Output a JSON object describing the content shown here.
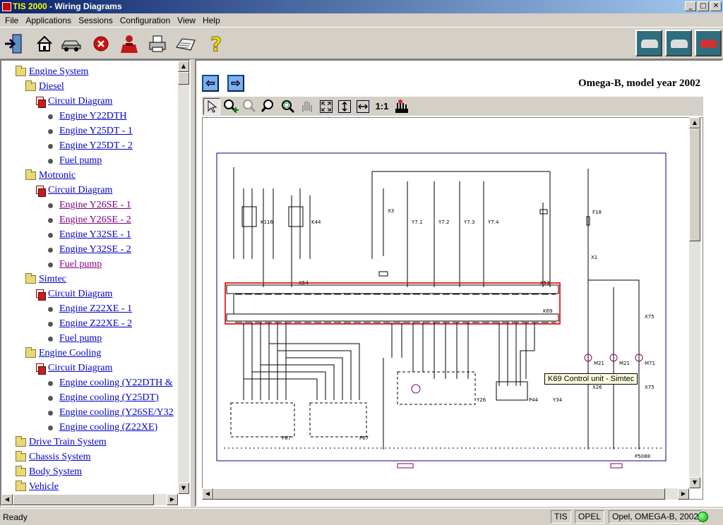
{
  "window": {
    "app_name": "TIS 2000",
    "title_suffix": " - Wiring Diagrams",
    "btn_min": "_",
    "btn_max": "□",
    "btn_close": "✕"
  },
  "menu": [
    "File",
    "Applications",
    "Sessions",
    "Configuration",
    "View",
    "Help"
  ],
  "toolbar": {
    "icons": [
      "exit-icon",
      "home-icon",
      "vehicle-icon",
      "stop-icon",
      "user-icon",
      "print-icon",
      "keyboard-icon",
      "help-icon"
    ],
    "right_icons": [
      "vehicle-diagnostics-icon",
      "vehicle-info-icon",
      "vehicle-repair-icon"
    ]
  },
  "tree": {
    "engine_system": "Engine System",
    "diesel": "Diesel",
    "circuit_diagram": "Circuit Diagram",
    "engine_y22dth": "Engine Y22DTH",
    "engine_y25dt_1": "Engine Y25DT - 1",
    "engine_y25dt_2": "Engine Y25DT - 2",
    "fuel_pump": "Fuel pump",
    "motronic": "Motronic",
    "engine_y26se_1": "Engine Y26SE - 1",
    "engine_y26se_2": "Engine Y26SE - 2",
    "engine_y32se_1": "Engine Y32SE - 1",
    "engine_y32se_2": "Engine Y32SE - 2",
    "simtec": "Simtec",
    "engine_z22xe_1": "Engine Z22XE - 1",
    "engine_z22xe_2": "Engine Z22XE - 2",
    "engine_cooling": "Engine Cooling",
    "cooling_y22dth": "Engine cooling (Y22DTH &",
    "cooling_y25dt": "Engine cooling (Y25DT)",
    "cooling_y26se": "Engine cooling (Y26SE/Y32",
    "cooling_z22xe": "Engine cooling (Z22XE)",
    "drive_train": "Drive Train System",
    "chassis": "Chassis System",
    "body": "Body System",
    "vehicle": "Vehicle"
  },
  "viewer": {
    "title": "Omega-B, model year 2002",
    "back_label": "⇦",
    "forward_label": "⇨",
    "tool_icons": [
      "pointer-icon",
      "zoom-in-icon",
      "zoom-out-icon",
      "zoom-icon",
      "zoom-area-icon",
      "pan-hand-icon",
      "fit-page-icon",
      "fit-height-icon",
      "fit-width-icon",
      "actual-size-icon",
      "layers-icon"
    ],
    "actual_size_label": "1:1",
    "tooltip": "K69 Control unit - Simtec"
  },
  "diagram": {
    "labels": {
      "k116": "K116",
      "k44": "K44",
      "x3": "X3",
      "y71": "Y7.1",
      "y72": "Y7.2",
      "y73": "Y7.3",
      "y74": "Y7.4",
      "f18": "F18",
      "x1": "X1",
      "x54": "X54",
      "x53": "X53",
      "k69": "K69",
      "x75a": "X75",
      "x75b": "X75",
      "m21a": "M21",
      "m21b": "M21",
      "m71": "M71",
      "x26": "X26",
      "y26": "Y26",
      "p44": "P44",
      "y34": "Y34",
      "p67a": "P67",
      "p67b": "P67",
      "p5088": "P5088"
    },
    "colors": {
      "frame": "#000080",
      "wire": "#000000",
      "highlight": "#e00000",
      "component": "#800060"
    }
  },
  "status": {
    "ready": "Ready",
    "tis": "TIS",
    "brand": "OPEL",
    "model": "Opel, OMEGA-B, 2002",
    "connection_color": "#00aa00"
  }
}
